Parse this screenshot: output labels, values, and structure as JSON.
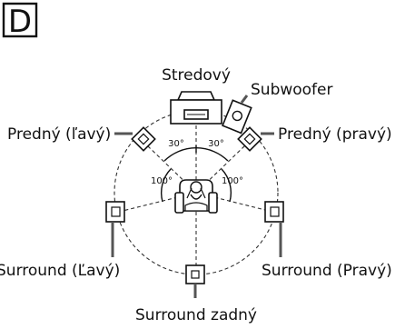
{
  "panel_letter": "D",
  "labels": {
    "center": "Stredový",
    "subwoofer": "Subwoofer",
    "front_left": "Predný (ľavý)",
    "front_right": "Predný (pravý)",
    "surround_left": "Surround (Ľavý)",
    "surround_right": "Surround (Pravý)",
    "surround_back": "Surround zadný"
  },
  "angles": {
    "left_front": "30°",
    "right_front": "30°",
    "left_side": "100°",
    "right_side": "100°"
  },
  "icons": [
    "center-speaker-icon",
    "subwoofer-icon",
    "speaker-icon",
    "listener-armchair-icon"
  ]
}
